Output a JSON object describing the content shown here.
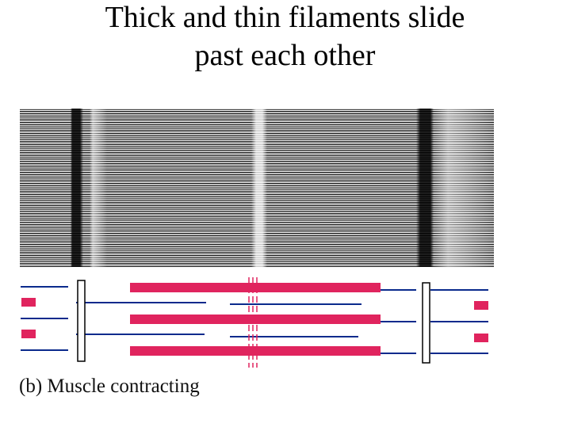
{
  "slide": {
    "title_line1": "Thick and thin filaments slide",
    "title_line2": "past each other",
    "caption": "(b) Muscle contracting"
  },
  "colors": {
    "thick_filament": "#e0245e",
    "thin_filament": "#0a2a8c",
    "z_disc": "#ffffff"
  }
}
